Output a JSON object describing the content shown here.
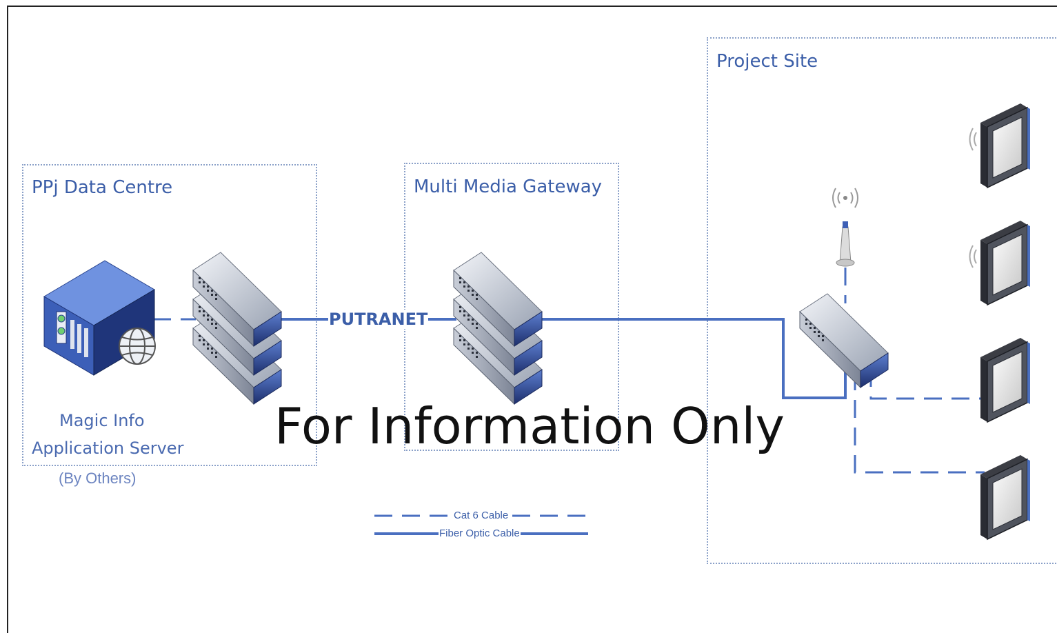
{
  "zones": {
    "data_centre": "PPj Data Centre",
    "gateway": "Multi Media Gateway",
    "project_site": "Project Site"
  },
  "server": {
    "label_line1": "Magic Info",
    "label_line2": "Application Server",
    "note": "(By Others)"
  },
  "link_label": "PUTRANET",
  "watermark": "For Information Only",
  "legend": {
    "cat6": "Cat 6 Cable",
    "fiber": "Fiber Optic Cable"
  },
  "colors": {
    "line": "#4a6fc0",
    "zone_border": "#8aa0c8",
    "text": "#3b5ea8"
  },
  "icons": [
    "server-icon",
    "switch-stack-icon",
    "switch-icon",
    "wifi-antenna-icon",
    "display-icon"
  ]
}
